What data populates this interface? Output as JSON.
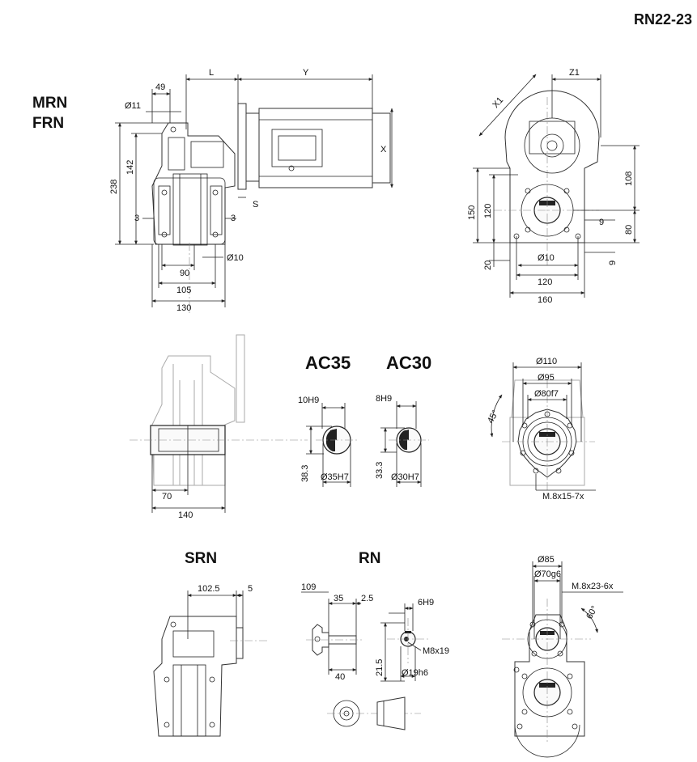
{
  "header": {
    "code": "RN22-23"
  },
  "labels": {
    "mrn": "MRN",
    "frn": "FRN",
    "ac35": "AC35",
    "ac30": "AC30",
    "srn": "SRN",
    "rn": "RN"
  },
  "dims": {
    "top_side": {
      "d49": "49",
      "L": "L",
      "Y": "Y",
      "d11": "Ø11",
      "d238": "238",
      "d142": "142",
      "X": "X",
      "S": "S",
      "d3a": "3",
      "d3b": "3",
      "d10": "Ø10",
      "d90": "90",
      "d105": "105",
      "d130": "130"
    },
    "top_front": {
      "Z1": "Z1",
      "X1": "X1",
      "d108": "108",
      "d150": "150",
      "d120v": "120",
      "d9a": "9",
      "d80": "80",
      "d9b": "9",
      "d20": "20",
      "d10": "Ø10",
      "d120h": "120",
      "d160": "160"
    },
    "mid_side": {
      "d70": "70",
      "d140": "140"
    },
    "ac35": {
      "key": "10H9",
      "height": "38.3",
      "bore": "Ø35H7"
    },
    "ac30": {
      "key": "8H9",
      "height": "33.3",
      "bore": "Ø30H7"
    },
    "mid_front": {
      "d110": "Ø110",
      "d95": "Ø95",
      "d80": "Ø80f7",
      "angle": "45°",
      "holes": "M.8x15-7x"
    },
    "srn": {
      "d102": "102.5",
      "d5": "5"
    },
    "rn": {
      "d109": "109",
      "d35": "35",
      "d25": "2.5",
      "key": "6H9",
      "thread": "M8x19",
      "d215": "21.5",
      "d40": "40",
      "shaft": "Ø19h6"
    },
    "bot_front": {
      "d85": "Ø85",
      "d70": "Ø70g6",
      "holes": "M.8x23-6x",
      "angle": "60°"
    }
  }
}
